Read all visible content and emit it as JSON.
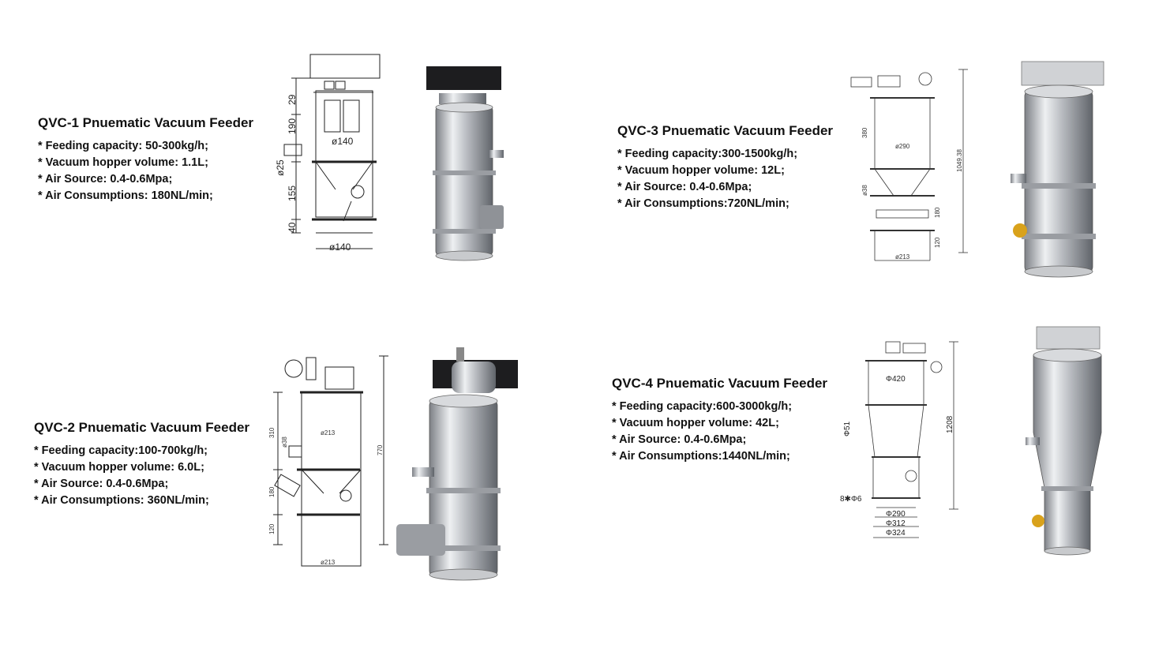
{
  "feeders": [
    {
      "title": "QVC-1 Pnuematic Vacuum Feeder",
      "specs": [
        "* Feeding capacity: 50-300kg/h;",
        "* Vacuum hopper volume: 1.1L;",
        "* Air Source: 0.4-0.6Mpa;",
        "* Air Consumptions: 180NL/min;"
      ],
      "dims": [
        "29",
        "190",
        "ø140",
        "ø25",
        "155",
        "40",
        "ø140"
      ]
    },
    {
      "title": "QVC-2 Pnuematic Vacuum Feeder",
      "specs": [
        "* Feeding capacity:100-700kg/h;",
        "* Vacuum hopper volume: 6.0L;",
        "* Air Source: 0.4-0.6Mpa;",
        "* Air Consumptions: 360NL/min;"
      ],
      "dims": [
        "310",
        "ø38",
        "ø213",
        "770",
        "180",
        "120",
        "ø213"
      ]
    },
    {
      "title": "QVC-3 Pnuematic Vacuum Feeder",
      "specs": [
        "* Feeding capacity:300-1500kg/h;",
        "* Vacuum hopper volume: 12L;",
        "* Air Source: 0.4-0.6Mpa;",
        "* Air Consumptions:720NL/min;"
      ],
      "dims": [
        "380",
        "ø290",
        "1049.38",
        "ø38",
        "180",
        "120",
        "ø213"
      ]
    },
    {
      "title": "QVC-4 Pnuematic Vacuum Feeder",
      "specs": [
        "* Feeding capacity:600-3000kg/h;",
        "* Vacuum hopper volume: 42L;",
        "* Air Source: 0.4-0.6Mpa;",
        "* Air Consumptions:1440NL/min;"
      ],
      "dims": [
        "Φ420",
        "Φ51",
        "1208",
        "8✱Φ6",
        "Φ290",
        "Φ312",
        "Φ324"
      ]
    }
  ]
}
